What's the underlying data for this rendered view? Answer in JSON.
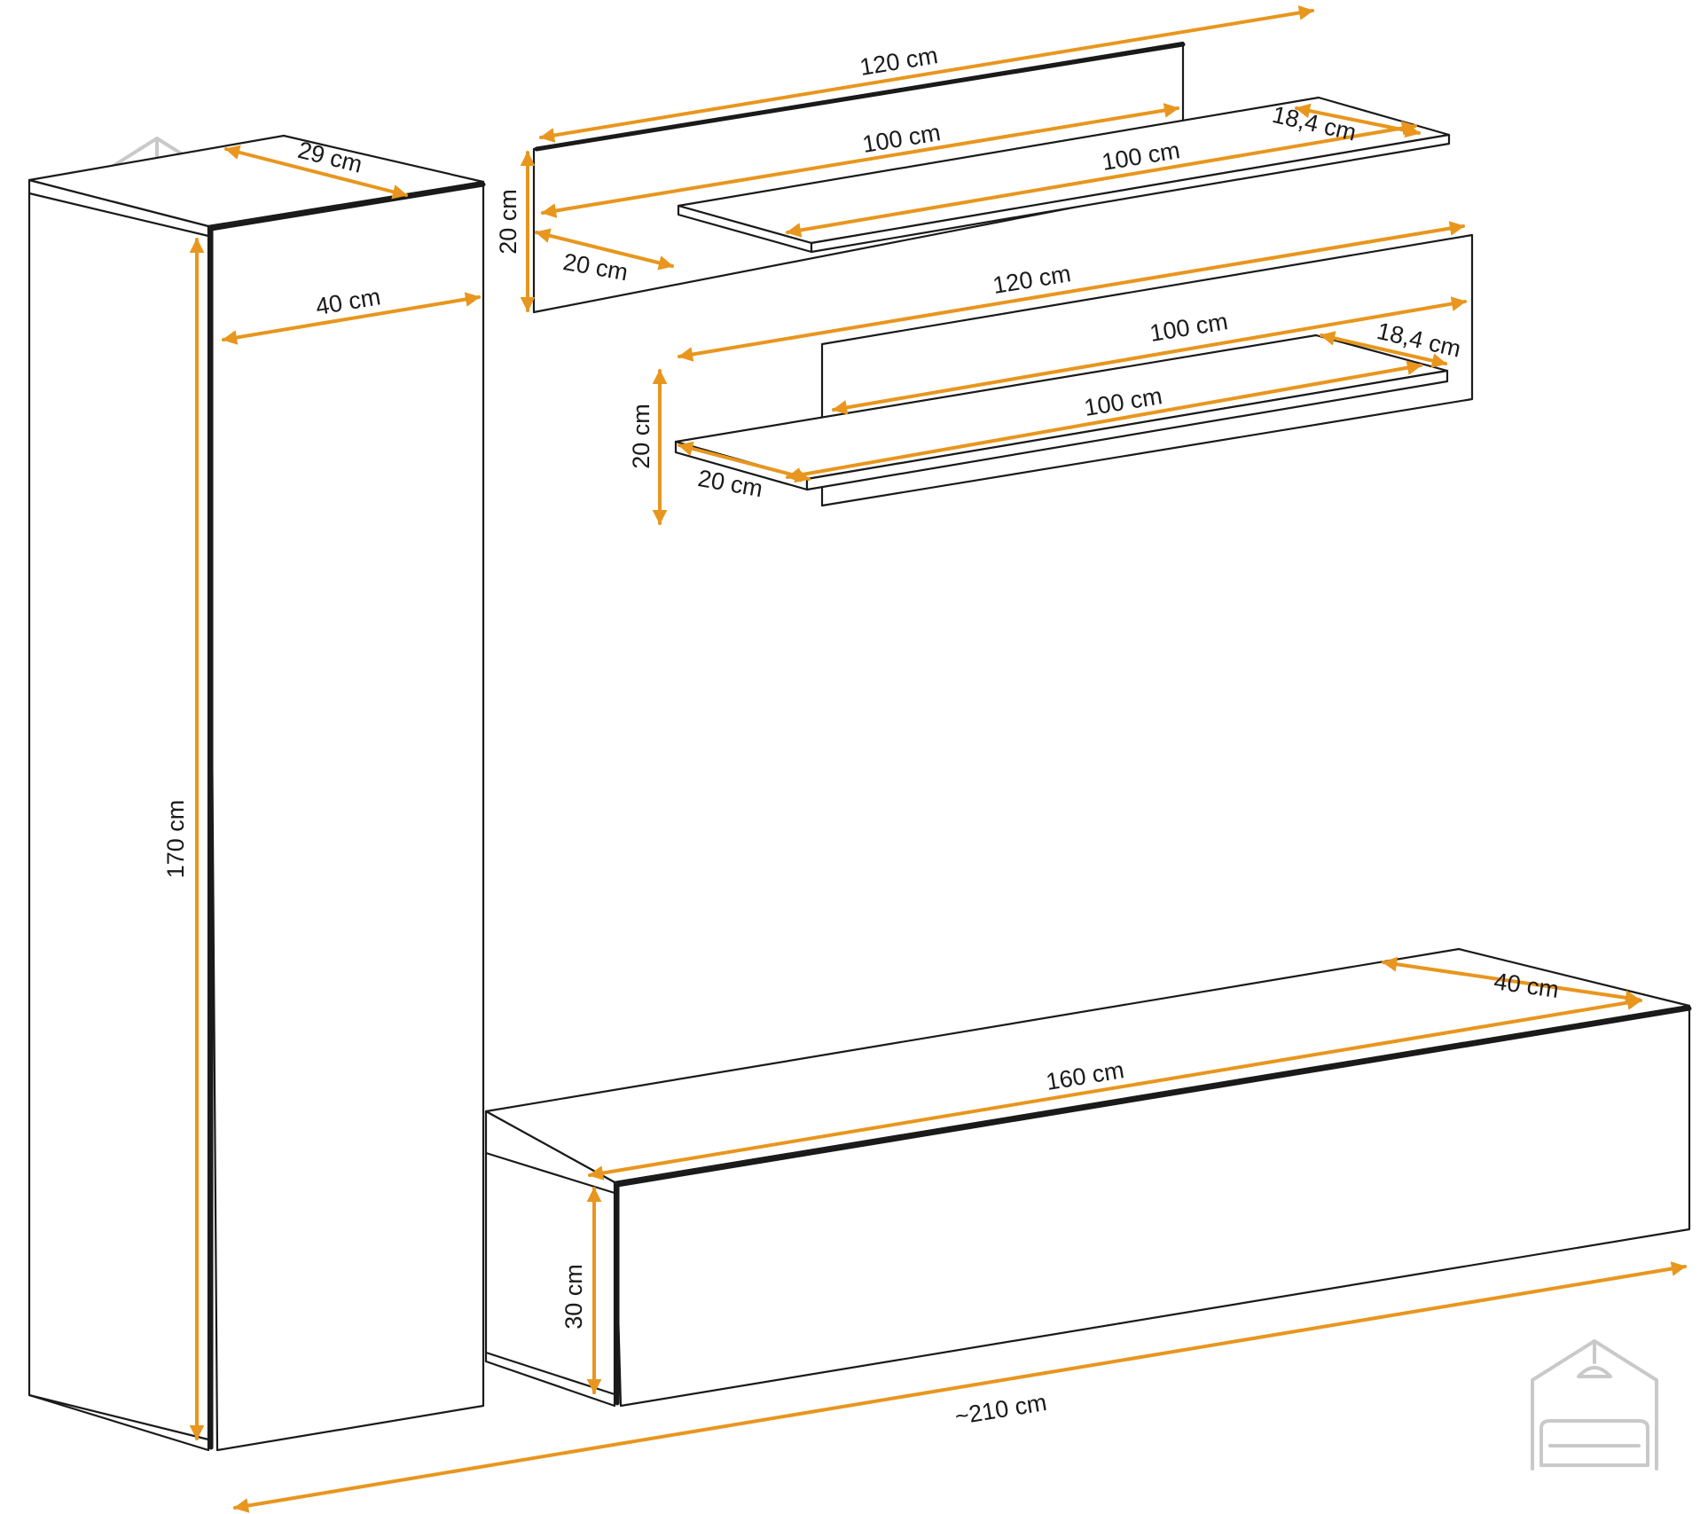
{
  "colors": {
    "dimension_line": "#e8961e",
    "outline": "#1a1a1a",
    "watermark": "#c9c9c9",
    "background": "#ffffff"
  },
  "watermark": {
    "icon": "house-sofa-icon"
  },
  "tall_cabinet": {
    "depth_label": "29 cm",
    "width_label": "40 cm",
    "height_label": "170 cm"
  },
  "shelf_upper": {
    "back_length_label": "120 cm",
    "board_length_label": "100 cm",
    "front_length_label": "100 cm",
    "depth_label": "18,4 cm",
    "height_label": "20 cm",
    "side_label": "20 cm"
  },
  "shelf_lower": {
    "back_length_label": "120 cm",
    "board_length_label": "100 cm",
    "front_length_label": "100 cm",
    "depth_label": "18,4 cm",
    "height_label": "20 cm",
    "side_label": "20 cm"
  },
  "low_cabinet": {
    "depth_label": "40 cm",
    "length_label": "160 cm",
    "height_label": "30 cm"
  },
  "overall": {
    "total_width_label": "~210 cm"
  }
}
